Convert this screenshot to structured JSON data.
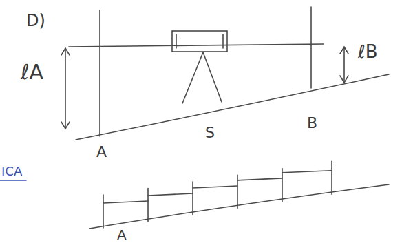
{
  "diagram": {
    "labels": [
      "D)",
      "ℓA",
      "ℓB",
      "S",
      "A",
      "B",
      "ICA",
      "A"
    ]
  }
}
